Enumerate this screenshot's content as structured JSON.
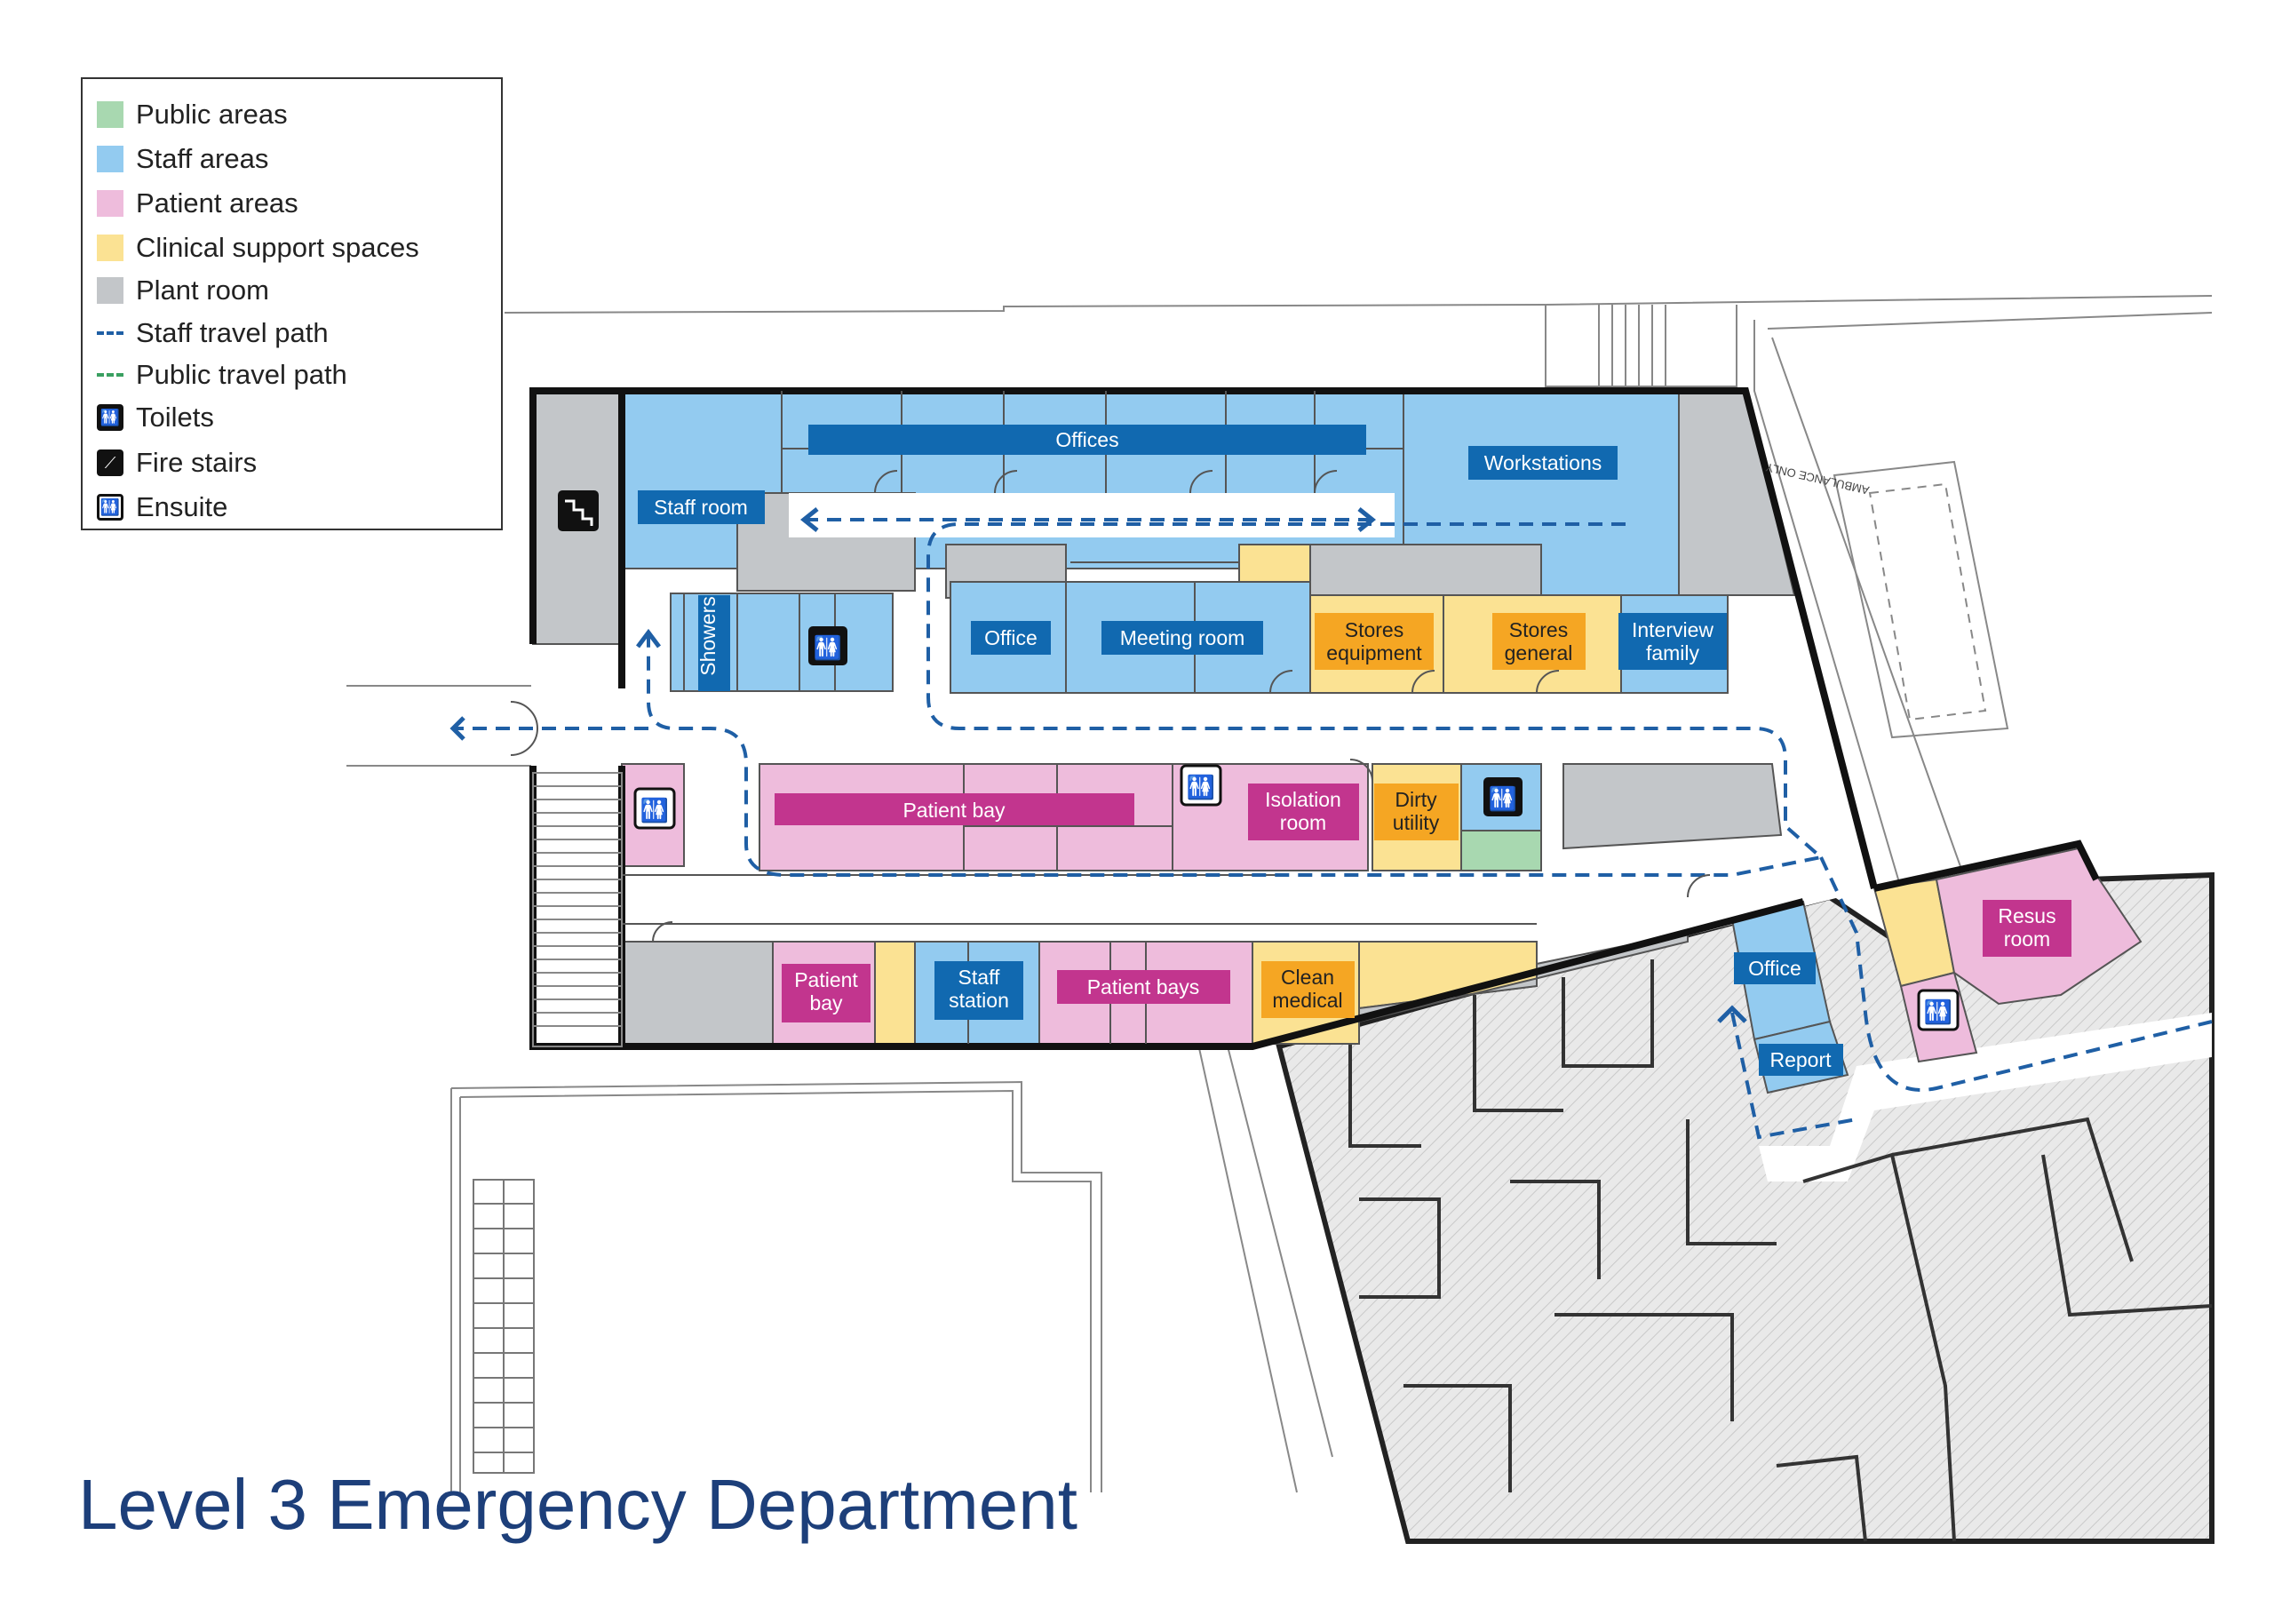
{
  "title": "Level 3 Emergency Department",
  "colors": {
    "public": "#a8d8b0",
    "staff": "#93cbf0",
    "patient": "#eebcdc",
    "clinical": "#fbe293",
    "plant": "#c3c6c9",
    "staff_label": "#1169b0",
    "patient_label": "#c2358e",
    "clinical_label": "#f5a623",
    "staff_path": "#1f5fa5",
    "public_path": "#3aa061",
    "title": "#1d3f7a"
  },
  "legend": [
    {
      "label": "Public areas",
      "kind": "swatch",
      "color": "#a8d8b0"
    },
    {
      "label": "Staff areas",
      "kind": "swatch",
      "color": "#93cbf0"
    },
    {
      "label": "Patient areas",
      "kind": "swatch",
      "color": "#eebcdc"
    },
    {
      "label": "Clinical support spaces",
      "kind": "swatch",
      "color": "#fbe293"
    },
    {
      "label": "Plant room",
      "kind": "swatch",
      "color": "#c3c6c9"
    },
    {
      "label": "Staff travel path",
      "kind": "dash",
      "color": "#1f5fa5"
    },
    {
      "label": "Public travel path",
      "kind": "dash",
      "color": "#3aa061"
    },
    {
      "label": "Toilets",
      "kind": "icon",
      "icon": "toilets-icon"
    },
    {
      "label": "Fire stairs",
      "kind": "icon",
      "icon": "fire-stairs-icon"
    },
    {
      "label": "Ensuite",
      "kind": "icon",
      "icon": "ensuite-icon"
    }
  ],
  "rooms": {
    "offices": "Offices",
    "workstations": "Workstations",
    "staff_room": "Staff room",
    "showers": "Showers",
    "office_1": "Office",
    "meeting_room": "Meeting room",
    "stores_equipment_1": "Stores",
    "stores_equipment_2": "equipment",
    "stores_general_1": "Stores",
    "stores_general_2": "general",
    "interview_1": "Interview",
    "interview_2": "family",
    "patient_bay_1": "Patient bay",
    "isolation_1": "Isolation",
    "isolation_2": "room",
    "dirty_1": "Dirty",
    "dirty_2": "utility",
    "patient_bay_2a": "Patient",
    "patient_bay_2b": "bay",
    "staff_station_1": "Staff",
    "staff_station_2": "station",
    "patient_bays": "Patient bays",
    "clean_1": "Clean",
    "clean_2": "medical",
    "office_2": "Office",
    "report": "Report",
    "resus_1": "Resus",
    "resus_2": "room",
    "ambulance": "AMBULANCE ONLY"
  }
}
